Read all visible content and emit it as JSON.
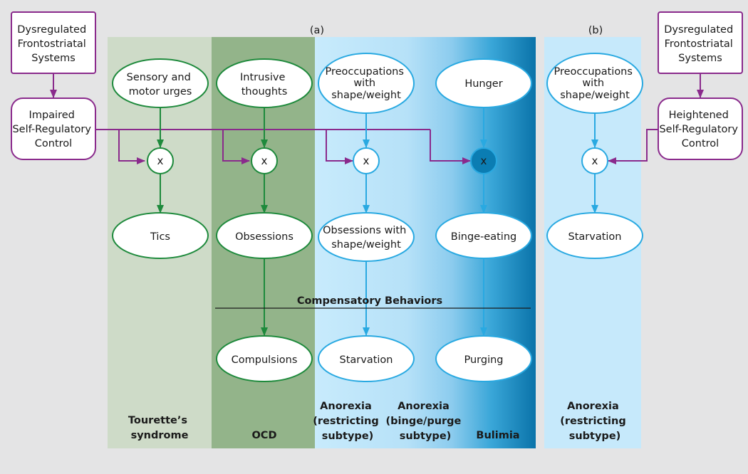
{
  "panels": {
    "a": "(a)",
    "b": "(b)"
  },
  "left_box": {
    "dysregulated": [
      "Dysregulated",
      "Frontostriatal",
      "Systems"
    ],
    "control": [
      "Impaired",
      "Self-Regulatory",
      "Control"
    ]
  },
  "right_box": {
    "dysregulated": [
      "Dysregulated",
      "Frontostriatal",
      "Systems"
    ],
    "control": [
      "Heightened",
      "Self-Regulatory",
      "Control"
    ]
  },
  "multiply_symbol": "x",
  "columns": [
    {
      "input": [
        "Sensory and",
        "motor urges"
      ],
      "output": [
        "Tics"
      ],
      "compensatory": [],
      "label": [
        "Tourette’s",
        "syndrome"
      ]
    },
    {
      "input": [
        "Intrusive",
        "thoughts"
      ],
      "output": [
        "Obsessions"
      ],
      "compensatory": [
        "Compulsions"
      ],
      "label": [
        "OCD"
      ]
    },
    {
      "input": [
        "Preoccupations",
        "with",
        "shape/weight"
      ],
      "output": [
        "Obsessions with",
        "shape/weight"
      ],
      "compensatory": [
        "Starvation"
      ],
      "label": [
        "Anorexia",
        "(restricting",
        "subtype)"
      ]
    },
    {
      "input": [
        "Hunger"
      ],
      "output": [
        "Binge-eating"
      ],
      "compensatory": [
        "Purging"
      ],
      "label": [
        "Bulimia"
      ]
    },
    {
      "input": [
        "Preoccupations",
        "with",
        "shape/weight"
      ],
      "output": [
        "Starvation"
      ],
      "compensatory": [],
      "label": [
        "Anorexia",
        "(restricting",
        "subtype)"
      ]
    }
  ],
  "middle_label": [
    "Anorexia",
    "(binge/purge",
    "subtype)"
  ],
  "compensatory_behaviors": "Compensatory Behaviors",
  "colors": {
    "purple": "#8a2a8c",
    "green": "#1e8a3c",
    "blue": "#29a9e1",
    "tourette_bg": "#cedbc8",
    "ocd_bg": "#93b48a",
    "light_blue_bg": "#c6e9fb",
    "dark_blue_bg": "#0a78ad"
  }
}
